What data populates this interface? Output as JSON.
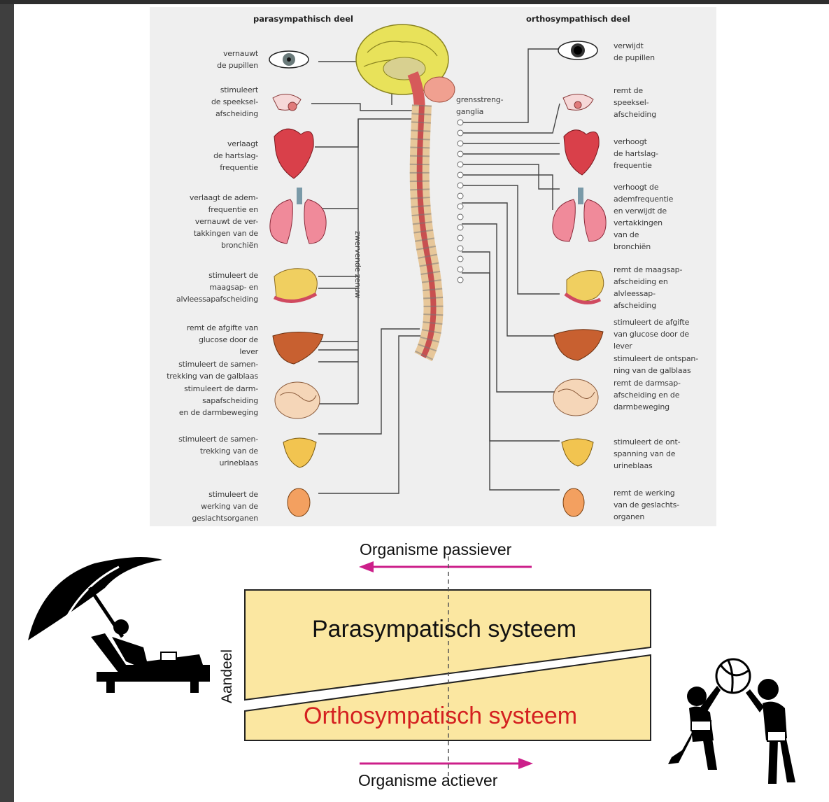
{
  "diagram": {
    "headers": {
      "left": "parasympathisch deel",
      "right": "orthosympathisch deel"
    },
    "ganglia_label": "grensstreng-\nganglia",
    "nerve_label": "zwervende zenuw",
    "left_labels": [
      "vernauwt\nde pupillen",
      "stimuleert\nde speeksel-\nafscheiding",
      "verlaagt\nde hartslag-\nfrequentie",
      "verlaagt de adem-\nfrequentie en\nvernauwt de ver-\ntakkingen van de\nbronchiën",
      "stimuleert de\nmaagsap- en\nalvleessapafscheiding",
      "remt de afgifte van\nglucose door de\nlever",
      "stimuleert de samen-\ntrekking van de galblaas",
      "stimuleert de darm-\nsapafscheiding\nen de darmbeweging",
      "stimuleert de samen-\ntrekking van de\nurineblaas",
      "stimuleert de\nwerking van de\ngeslachtsorganen"
    ],
    "right_labels": [
      "verwijdt\nde pupillen",
      "remt de\nspeeksel-\nafscheiding",
      "verhoogt\nde hartslag-\nfrequentie",
      "verhoogt de\nademfrequentie\nen verwijdt de\nvertakkingen\nvan de\nbronchiën",
      "remt de maagsap-\nafscheiding en\nalvleessap-\nafscheiding",
      "stimuleert de afgifte\nvan glucose door de\nlever",
      "stimuleert de ontspan-\nning van de galblaas",
      "remt de darmsap-\nafscheiding en de\ndarmbeweging",
      "stimuleert de ont-\nspanning van de\nurineblaas",
      "remt de werking\nvan de geslachts-\norganen"
    ]
  },
  "balance": {
    "top_arrow_label": "Organisme passiever",
    "bottom_arrow_label": "Organisme actiever",
    "y_axis_label": "Aandeel",
    "upper_region_label": "Parasympatisch systeem",
    "lower_region_label": "Orthosympatisch systeem",
    "colors": {
      "fill": "#fbe7a1",
      "arrow": "#cc1f8a",
      "ortho_text": "#d42020",
      "para_text": "#111111"
    }
  },
  "icons": {
    "left": "person-under-umbrella-icon",
    "right": "children-playing-ball-icon"
  }
}
